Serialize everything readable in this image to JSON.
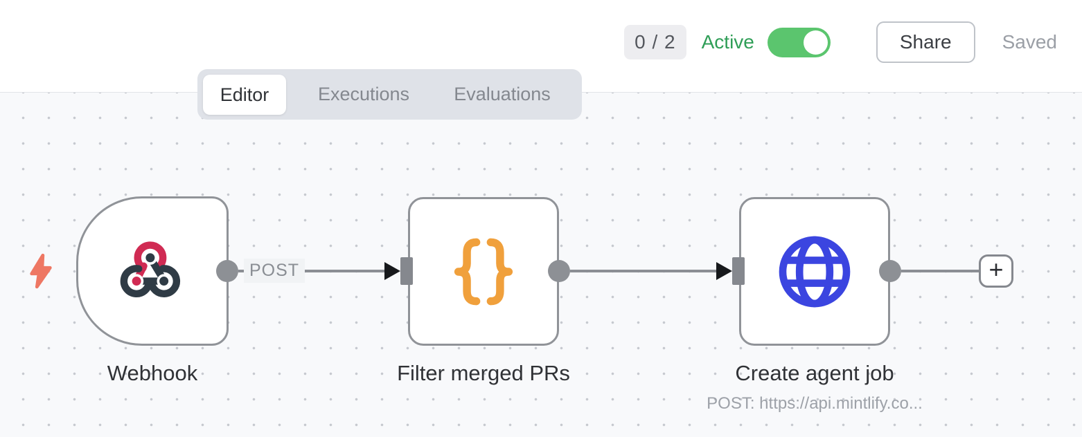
{
  "header": {
    "execution_counter": "0 / 2",
    "active_label": "Active",
    "toggle_state": "on",
    "share_label": "Share",
    "save_status": "Saved"
  },
  "tabs": [
    {
      "label": "Editor",
      "active": true
    },
    {
      "label": "Executions",
      "active": false
    },
    {
      "label": "Evaluations",
      "active": false
    }
  ],
  "workflow": {
    "nodes": [
      {
        "name": "Webhook",
        "icon": "webhook-icon",
        "shape": "trigger"
      },
      {
        "name": "Filter merged PRs",
        "icon": "code-braces-icon",
        "shape": "square"
      },
      {
        "name": "Create agent job",
        "icon": "globe-icon",
        "shape": "square",
        "subtitle": "POST: https://api.mintlify.co..."
      }
    ],
    "connections": [
      {
        "from": "Webhook",
        "to": "Filter merged PRs",
        "label": "POST"
      },
      {
        "from": "Filter merged PRs",
        "to": "Create agent job",
        "label": ""
      },
      {
        "from": "Create agent job",
        "to": "add-node",
        "label": ""
      }
    ],
    "icons": {
      "plus": "+"
    }
  },
  "colors": {
    "active_green": "#2f9e57",
    "toggle_green": "#5bc56e",
    "webhook_pink": "#d02b53",
    "webhook_dark": "#2f3b45",
    "braces_orange": "#f0a03c",
    "globe_blue": "#3b45e0",
    "bolt_salmon": "#ee7763",
    "port_gray": "#8d9095",
    "canvas_bg": "#f8f9fb"
  }
}
